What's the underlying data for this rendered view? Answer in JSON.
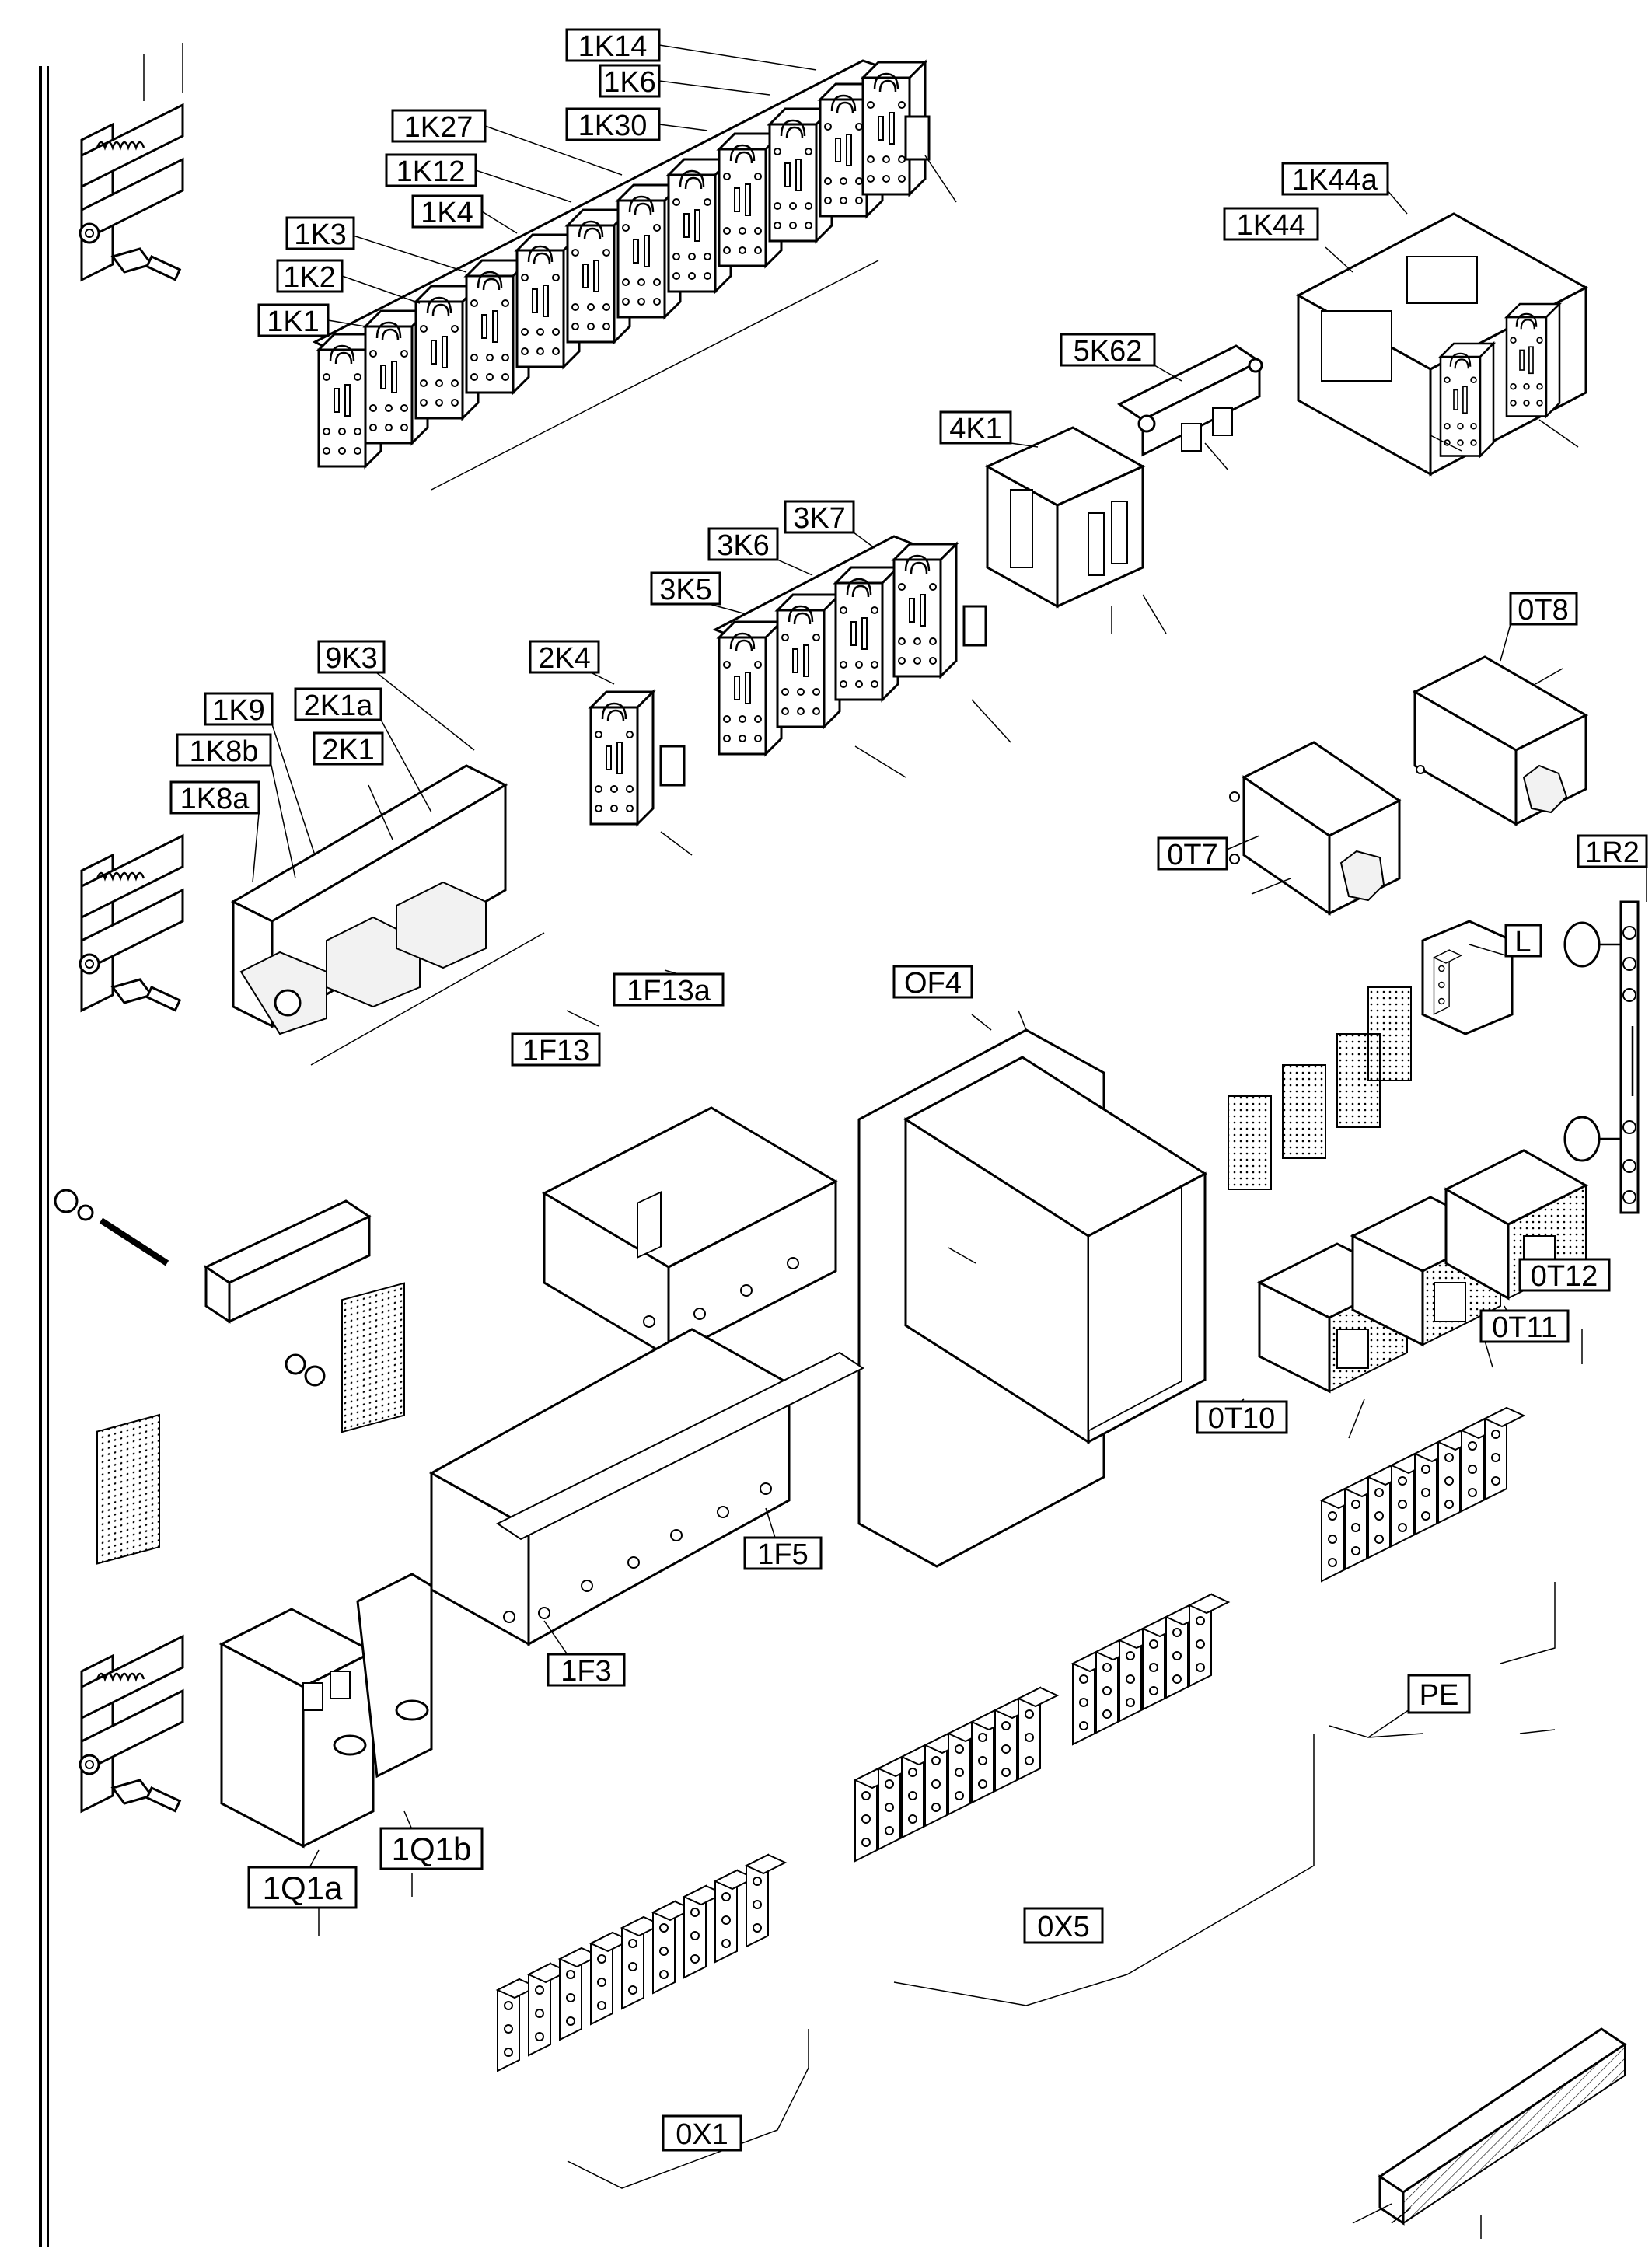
{
  "diagram": {
    "labels": {
      "k1_14": "1K14",
      "k1_6": "1K6",
      "k1_27": "1K27",
      "k1_30": "1K30",
      "k1_12": "1K12",
      "k1_4": "1K4",
      "k1_3": "1K3",
      "k1_2": "1K2",
      "k1_1": "1K1",
      "k1_44a": "1K44a",
      "k1_44": "1K44",
      "k5_62": "5K62",
      "k4_1": "4K1",
      "k3_7": "3K7",
      "k3_6": "3K6",
      "k3_5": "3K5",
      "k2_4": "2K4",
      "k9_3": "9K3",
      "k1_9": "1K9",
      "k2_1a": "2K1a",
      "k1_8b": "1K8b",
      "k2_1": "2K1",
      "k1_8a": "1K8a",
      "t0_8": "0T8",
      "t0_7": "0T7",
      "r1_2": "1R2",
      "l": "L",
      "f1_13a": "1F13a",
      "f1_13": "1F13",
      "of4": "OF4",
      "t0_12": "0T12",
      "t0_11": "0T11",
      "t0_10": "0T10",
      "f1_5": "1F5",
      "f1_3": "1F3",
      "pe": "PE",
      "q1_1b": "1Q1b",
      "q1_1a": "1Q1a",
      "x0_5": "0X5",
      "x0_1": "0X1"
    }
  }
}
